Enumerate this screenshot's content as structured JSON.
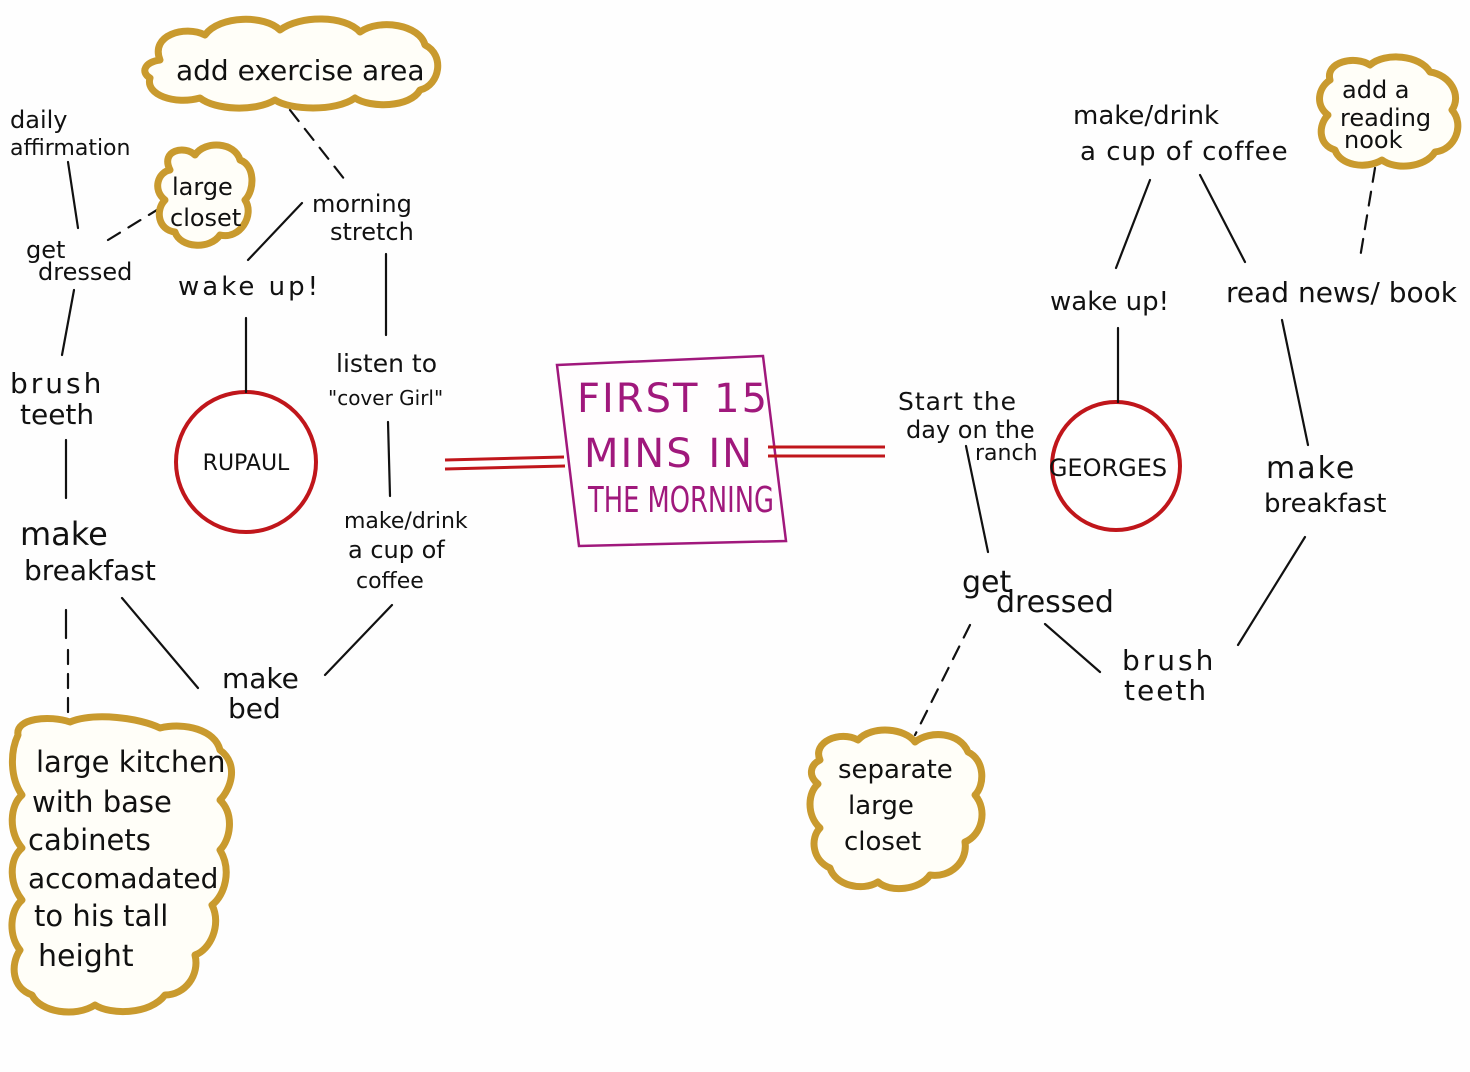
{
  "center": {
    "line1": "FIRST 15",
    "line2": "MINS IN",
    "line3": "THE MORNING",
    "color": "#a0187c"
  },
  "left": {
    "person": "RUPAUL",
    "wake_up": "wake up!",
    "morning_stretch": [
      "morning",
      "stretch"
    ],
    "daily_affirmation": [
      "daily",
      "affirmation"
    ],
    "get_dressed": [
      "get",
      "dressed"
    ],
    "brush_teeth": [
      "brush",
      "teeth"
    ],
    "make_breakfast": [
      "make",
      "breakfast"
    ],
    "make_bed": [
      "make",
      "bed"
    ],
    "listen_to": [
      "listen to",
      "\"cover Girl\""
    ],
    "make_drink": [
      "make/drink",
      "a cup of",
      "coffee"
    ],
    "cloud_exercise": "add exercise area",
    "cloud_closet": [
      "large",
      "closet"
    ],
    "cloud_kitchen": [
      "large kitchen",
      "with base",
      "cabinets",
      "accomadated",
      "to his tall",
      "height"
    ]
  },
  "right": {
    "person": "GEORGES",
    "wake_up": "wake up!",
    "make_drink": [
      "make/drink",
      "a cup of coffee"
    ],
    "read_news": "read news/ book",
    "start_day": [
      "Start the",
      "day on the",
      "ranch"
    ],
    "get_dressed": [
      "get",
      "dressed"
    ],
    "brush_teeth": [
      "brush",
      "teeth"
    ],
    "make_breakfast": [
      "make",
      "breakfast"
    ],
    "cloud_reading": [
      "add a",
      "reading",
      "nook"
    ],
    "cloud_closet": [
      "separate",
      "large",
      "closet"
    ]
  },
  "colors": {
    "circle": "#c0161b",
    "connector": "#c0161b",
    "cloud_outline": "#c99a2e",
    "ink": "#111111"
  }
}
